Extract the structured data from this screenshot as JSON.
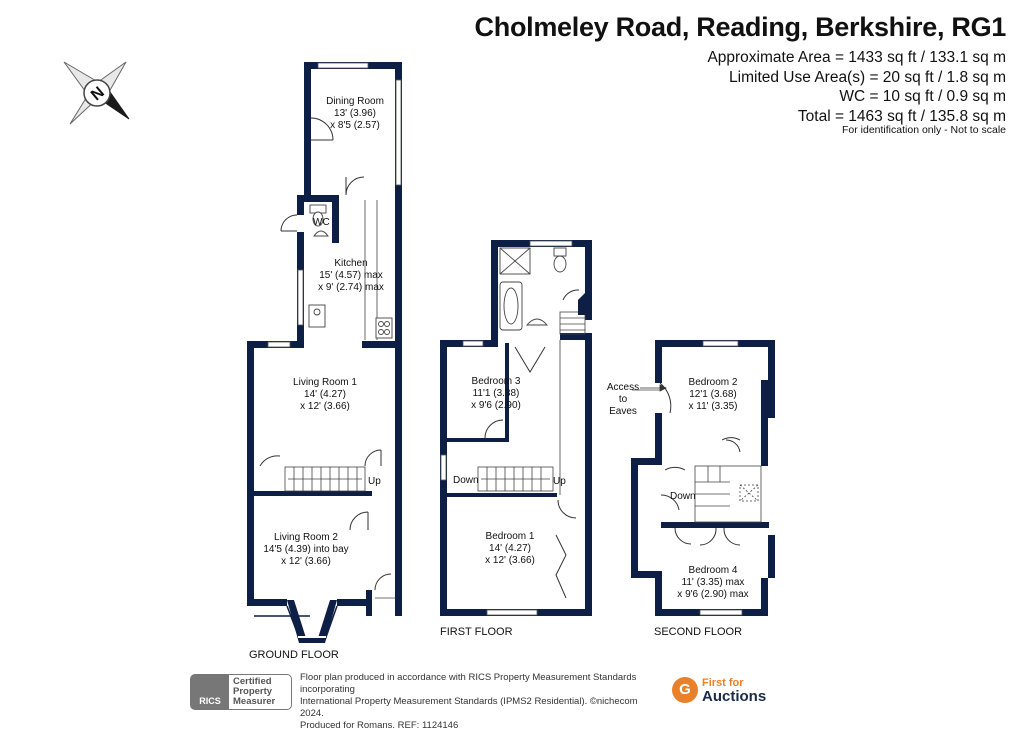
{
  "header": {
    "title": "Cholmeley Road, Reading, Berkshire, RG1",
    "areas": [
      "Approximate Area = 1433 sq ft / 133.1 sq m",
      "Limited Use Area(s) = 20 sq ft / 1.8 sq m",
      "WC = 10 sq ft / 0.9 sq m",
      "Total = 1463 sq ft / 135.8 sq m"
    ],
    "note": "For identification only - Not to scale"
  },
  "compass": {
    "letter": "N"
  },
  "floors": {
    "ground": "GROUND FLOOR",
    "first": "FIRST FLOOR",
    "second": "SECOND FLOOR"
  },
  "rooms": {
    "dining": {
      "name": "Dining Room",
      "dim1": "13' (3.96)",
      "dim2": "x 8'5 (2.57)"
    },
    "wc": {
      "name": "WC"
    },
    "kitchen": {
      "name": "Kitchen",
      "dim1": "15' (4.57) max",
      "dim2": "x 9' (2.74) max"
    },
    "living1": {
      "name": "Living Room 1",
      "dim1": "14' (4.27)",
      "dim2": "x 12' (3.66)"
    },
    "living2": {
      "name": "Living Room 2",
      "dim1": "14'5 (4.39) into bay",
      "dim2": "x 12' (3.66)"
    },
    "bedroom3": {
      "name": "Bedroom 3",
      "dim1": "11'1 (3.38)",
      "dim2": "x 9'6 (2.90)"
    },
    "bedroom1": {
      "name": "Bedroom 1",
      "dim1": "14' (4.27)",
      "dim2": "x 12' (3.66)"
    },
    "bedroom2": {
      "name": "Bedroom 2",
      "dim1": "12'1 (3.68)",
      "dim2": "x 11' (3.35)"
    },
    "bedroom4": {
      "name": "Bedroom 4",
      "dim1": "11' (3.35) max",
      "dim2": "x 9'6 (2.90) max"
    }
  },
  "stairs": {
    "up": "Up",
    "down": "Down"
  },
  "eaves": {
    "line1": "Access",
    "line2": "to",
    "line3": "Eaves"
  },
  "footer": {
    "line1": "Floor plan produced in accordance with RICS Property Measurement Standards incorporating",
    "line2": "International Property Measurement Standards (IPMS2 Residential).  ©nichecom 2024.",
    "line3": "Produced for Romans.   REF: 1124146",
    "rics_short": "RICS",
    "rics_1": "Certified",
    "rics_2": "Property",
    "rics_3": "Measurer",
    "brand_1": "First for",
    "brand_2": "Auctions"
  },
  "colors": {
    "wall": "#0e1f45",
    "accent": "#e8812a"
  }
}
